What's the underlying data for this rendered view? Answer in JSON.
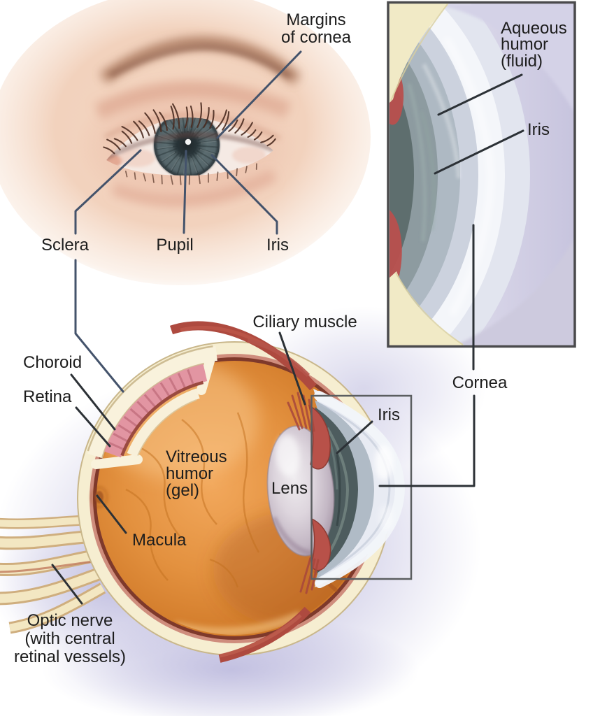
{
  "labels": {
    "external_eye": {
      "margins_of_cornea": {
        "lines": [
          "Margins",
          "of cornea"
        ]
      },
      "sclera": "Sclera",
      "pupil": "Pupil",
      "iris": "Iris"
    },
    "inset": {
      "aqueous_humor": {
        "lines": [
          "Aqueous",
          "humor",
          "(fluid)"
        ]
      },
      "iris": "Iris"
    },
    "cross_section": {
      "ciliary_muscle": "Ciliary muscle",
      "choroid": "Choroid",
      "retina": "Retina",
      "vitreous_humor": {
        "lines": [
          "Vitreous",
          "humor",
          "(gel)"
        ]
      },
      "macula": "Macula",
      "lens": "Lens",
      "iris": "Iris",
      "cornea": "Cornea",
      "optic_nerve": {
        "lines": [
          "Optic nerve",
          "(with central",
          "retinal vessels)"
        ]
      }
    }
  },
  "colors": {
    "label_text": "#1d1d1d",
    "leader_line_eye": "#44536b",
    "leader_line_section": "#2c3136",
    "iris_blue": "#56666b",
    "sclera_cream": "#f6eed1",
    "vitreous_orange": "#e3913f",
    "choroid_pink": "#e295a2",
    "ciliary_red": "#b85149",
    "lens_gray": "#d8d0d8",
    "cornea_white": "#f2f5f9",
    "inset_lavender": "#cdcade",
    "glow_lavender": "#aca9d6"
  }
}
